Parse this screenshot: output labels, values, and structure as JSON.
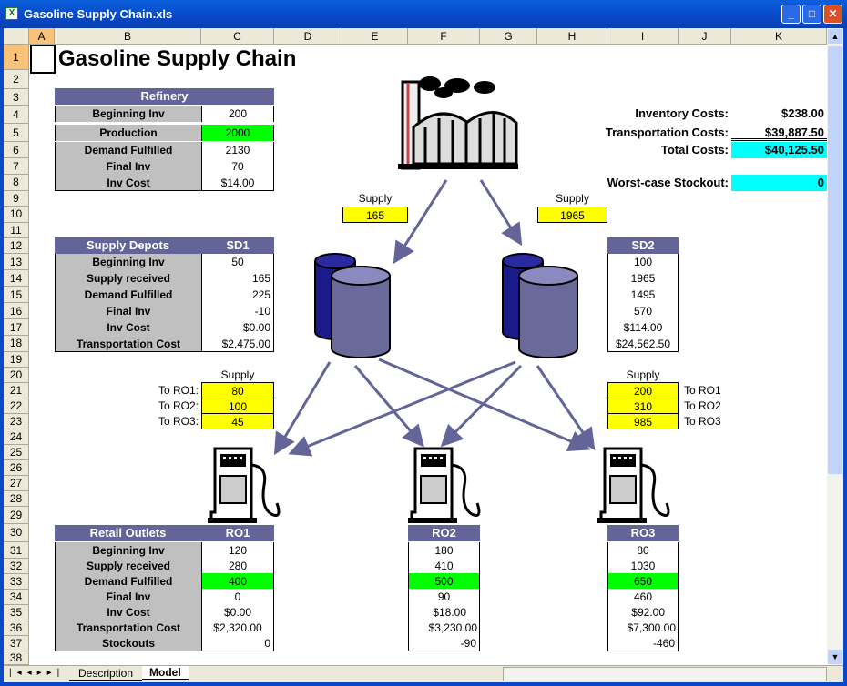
{
  "window": {
    "title": "Gasoline Supply Chain.xls"
  },
  "columns": [
    "A",
    "B",
    "C",
    "D",
    "E",
    "F",
    "G",
    "H",
    "I",
    "J",
    "K"
  ],
  "rows": [
    "1",
    "2",
    "3",
    "4",
    "5",
    "6",
    "7",
    "8",
    "9",
    "10",
    "11",
    "12",
    "13",
    "14",
    "15",
    "16",
    "17",
    "18",
    "19",
    "20",
    "21",
    "22",
    "23",
    "24",
    "25",
    "26",
    "27",
    "28",
    "29",
    "30",
    "31",
    "32",
    "33",
    "34",
    "35",
    "36",
    "37",
    "38"
  ],
  "sheet_title": "Gasoline Supply Chain",
  "refinery": {
    "header": "Refinery",
    "labels": [
      "Beginning Inv",
      "Production",
      "Demand Fulfilled",
      "Final Inv",
      "Inv Cost"
    ],
    "values": [
      "200",
      "2000",
      "2130",
      "70",
      "$14.00"
    ]
  },
  "costs": {
    "inventory_label": "Inventory Costs:",
    "inventory": "$238.00",
    "transport_label": "Transportation Costs:",
    "transport": "$39,887.50",
    "total_label": "Total Costs:",
    "total": "$40,125.50",
    "stockout_label": "Worst-case Stockout:",
    "stockout": "0"
  },
  "refinery_supply": {
    "label": "Supply",
    "sd1": "165",
    "sd2": "1965"
  },
  "depots": {
    "header": "Supply Depots",
    "labels": [
      "Beginning Inv",
      "Supply received",
      "Demand Fulfilled",
      "Final Inv",
      "Inv Cost",
      "Transportation Cost"
    ],
    "sd1": {
      "name": "SD1",
      "values": [
        "50",
        "165",
        "225",
        "-10",
        "$0.00",
        "$2,475.00"
      ]
    },
    "sd2": {
      "name": "SD2",
      "values": [
        "100",
        "1965",
        "1495",
        "570",
        "$114.00",
        "$24,562.50"
      ]
    }
  },
  "depot_supply": {
    "label": "Supply",
    "sd1_labels": [
      "To RO1:",
      "To RO2:",
      "To RO3:"
    ],
    "sd1": [
      "80",
      "100",
      "45"
    ],
    "sd2_labels": [
      "To RO1",
      "To RO2",
      "To RO3"
    ],
    "sd2": [
      "200",
      "310",
      "985"
    ]
  },
  "outlets": {
    "header": "Retail Outlets",
    "labels": [
      "Beginning Inv",
      "Supply received",
      "Demand Fulfilled",
      "Final Inv",
      "Inv Cost",
      "Transportation Cost",
      "Stockouts"
    ],
    "ro1": {
      "name": "RO1",
      "values": [
        "120",
        "280",
        "400",
        "0",
        "$0.00",
        "$2,320.00",
        "0"
      ]
    },
    "ro2": {
      "name": "RO2",
      "values": [
        "180",
        "410",
        "500",
        "90",
        "$18.00",
        "$3,230.00",
        "-90"
      ]
    },
    "ro3": {
      "name": "RO3",
      "values": [
        "80",
        "1030",
        "650",
        "460",
        "$92.00",
        "$7,300.00",
        "-460"
      ]
    }
  },
  "tabs": [
    "Description",
    "Model"
  ],
  "active_tab": "Model",
  "colors": {
    "header": "#636497",
    "green": "#00ff00",
    "yellow": "#ffff00",
    "cyan": "#00ffff"
  }
}
